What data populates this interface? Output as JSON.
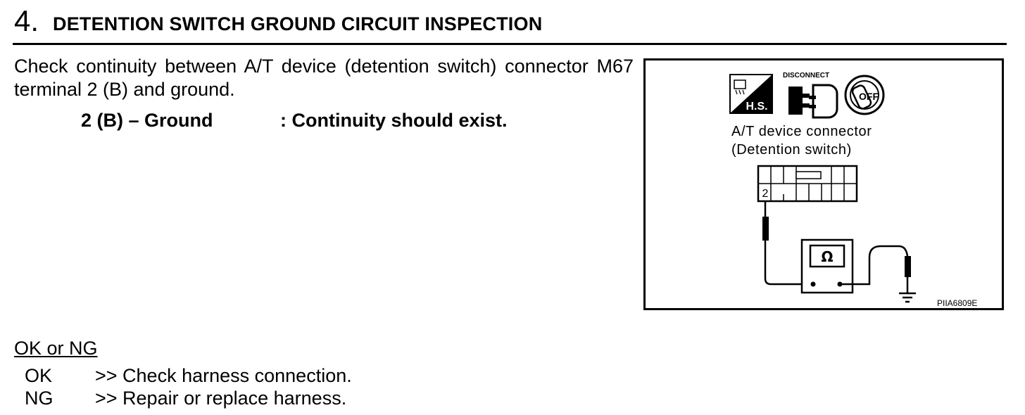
{
  "step": {
    "number": "4.",
    "title": "DETENTION SWITCH GROUND CIRCUIT INSPECTION"
  },
  "instruction": "Check continuity between A/T device (detention switch) connector M67 terminal 2 (B) and ground.",
  "spec": {
    "term": "2 (B) – Ground",
    "value": ": Continuity should exist."
  },
  "figure": {
    "disconnect_label": "DISCONNECT",
    "hs_label": "H.S.",
    "off_label": "OFF",
    "connector_label_line1": "A/T device connector",
    "connector_label_line2": "(Detention switch)",
    "terminal_number": "2",
    "meter_symbol": "Ω",
    "figure_code": "PIIA6809E"
  },
  "result": {
    "title": "OK or NG",
    "rows": [
      {
        "label": "OK",
        "action": ">> Check harness connection."
      },
      {
        "label": "NG",
        "action": ">> Repair or replace harness."
      }
    ]
  }
}
